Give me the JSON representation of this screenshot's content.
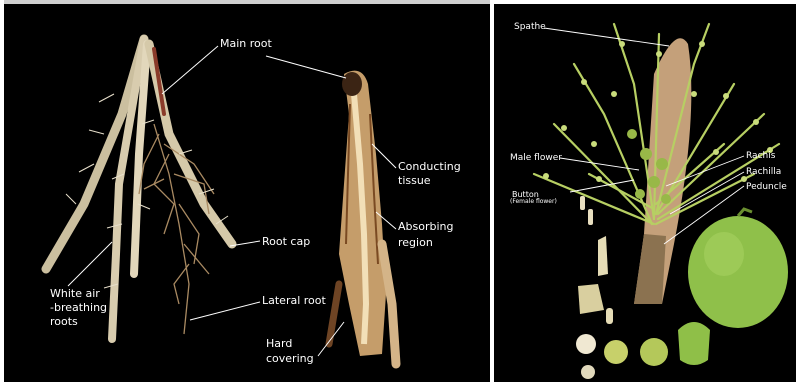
{
  "left_panel": {
    "labels": {
      "main_root": "Main root",
      "conducting_tissue_1": "Conducting",
      "conducting_tissue_2": "tissue",
      "absorbing_region_1": "Absorbing",
      "absorbing_region_2": "region",
      "root_cap": "Root cap",
      "white_air_1": "White air",
      "white_air_2": "-breathing",
      "white_air_3": "roots",
      "lateral_root": "Lateral root",
      "hard_covering_1": "Hard",
      "hard_covering_2": "covering"
    }
  },
  "right_panel": {
    "labels": {
      "spathe": "Spathe",
      "male_flower": "Male flower",
      "button": "Button",
      "female_flower": "(Female flower)",
      "rachis": "Rachis",
      "rachilla": "Rachilla",
      "peduncle": "Peduncle"
    }
  },
  "colors": {
    "background": "#000000",
    "label_text": "#ffffff",
    "root": "#d8cdb2",
    "inflorescence": "#a8c25a",
    "coconut": "#8fc04a"
  }
}
